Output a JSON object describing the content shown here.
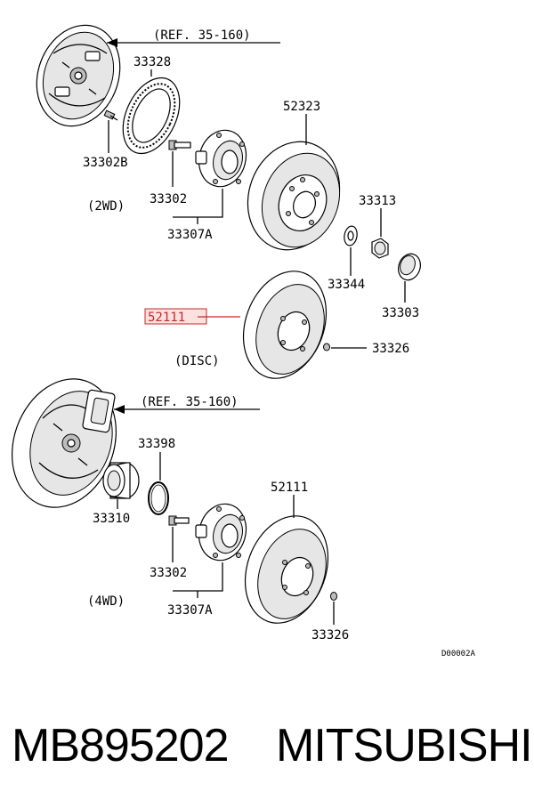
{
  "colors": {
    "highlight": "#c62828",
    "line": "#000000",
    "background": "#ffffff"
  },
  "diagram": {
    "ref_top": "(REF. 35-160)",
    "ref_bottom": "(REF. 35-160)",
    "label_2wd": "(2WD)",
    "label_4wd": "(4WD)",
    "label_disc": "(DISC)",
    "code": "D00002A",
    "parts": {
      "p33328": "33328",
      "p33302B": "33302B",
      "p33302_top": "33302",
      "p33307A_top": "33307A",
      "p52323": "52323",
      "p33313": "33313",
      "p33344": "33344",
      "p33303": "33303",
      "p52111_highlight": "52111",
      "p33326_top": "33326",
      "p33398": "33398",
      "p33310": "33310",
      "p52111_bottom": "52111",
      "p33302_bottom": "33302",
      "p33307A_bottom": "33307A",
      "p33326_bottom": "33326"
    }
  },
  "footer": {
    "part_number": "MB895202",
    "brand": "MITSUBISHI"
  }
}
